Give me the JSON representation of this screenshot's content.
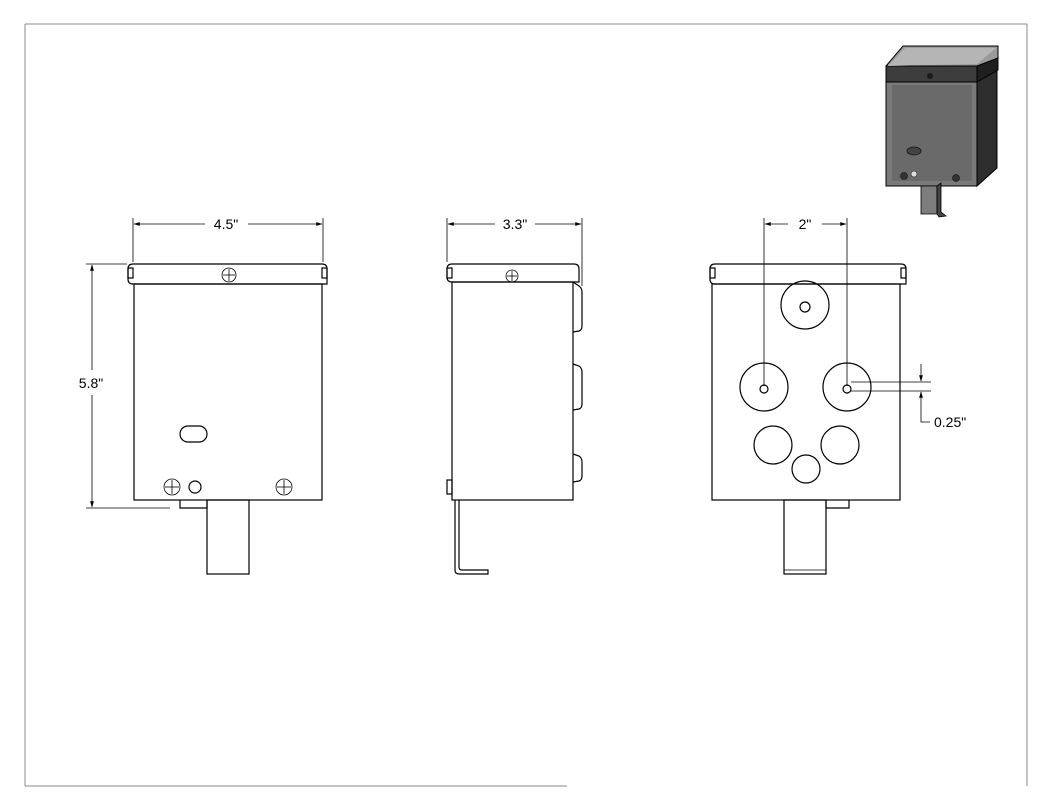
{
  "dimensions": {
    "front_width": "4.5\"",
    "front_height": "5.8\"",
    "side_depth": "3.3\"",
    "hole_spacing": "2\"",
    "hole_offset": "0.25\""
  },
  "views": [
    "front-view",
    "side-view",
    "rear-view",
    "isometric-view"
  ],
  "colors": {
    "line": "#000000",
    "iso_dark": "#3a3a3a",
    "iso_mid": "#6b6b6b",
    "iso_light": "#a9a9a9"
  }
}
